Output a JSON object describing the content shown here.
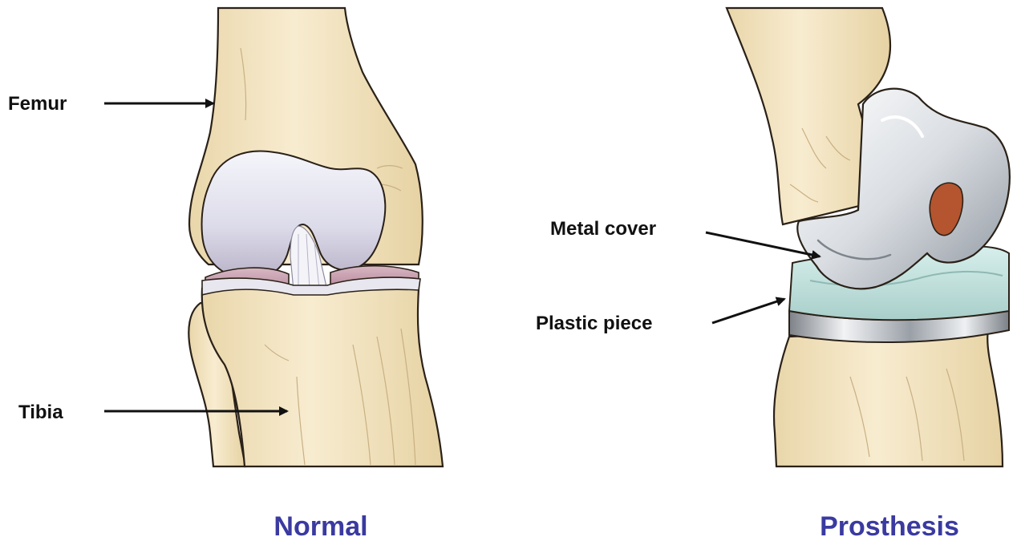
{
  "diagram": {
    "panels": [
      {
        "caption": "Normal",
        "labels": {
          "femur": "Femur",
          "tibia": "Tibia"
        }
      },
      {
        "caption": "Prosthesis",
        "labels": {
          "metal_cover": "Metal cover",
          "plastic_piece": "Plastic piece"
        }
      }
    ]
  },
  "colors": {
    "bone": "#f6e8c6",
    "bone_shadow": "#e3cf9f",
    "outline": "#2a2118",
    "cartilage": "#e7e6f1",
    "meniscus": "#c9a3b2",
    "metal": "#d7dbe0",
    "plastic": "#bfe0dc",
    "caption": "#3a3aa0"
  }
}
